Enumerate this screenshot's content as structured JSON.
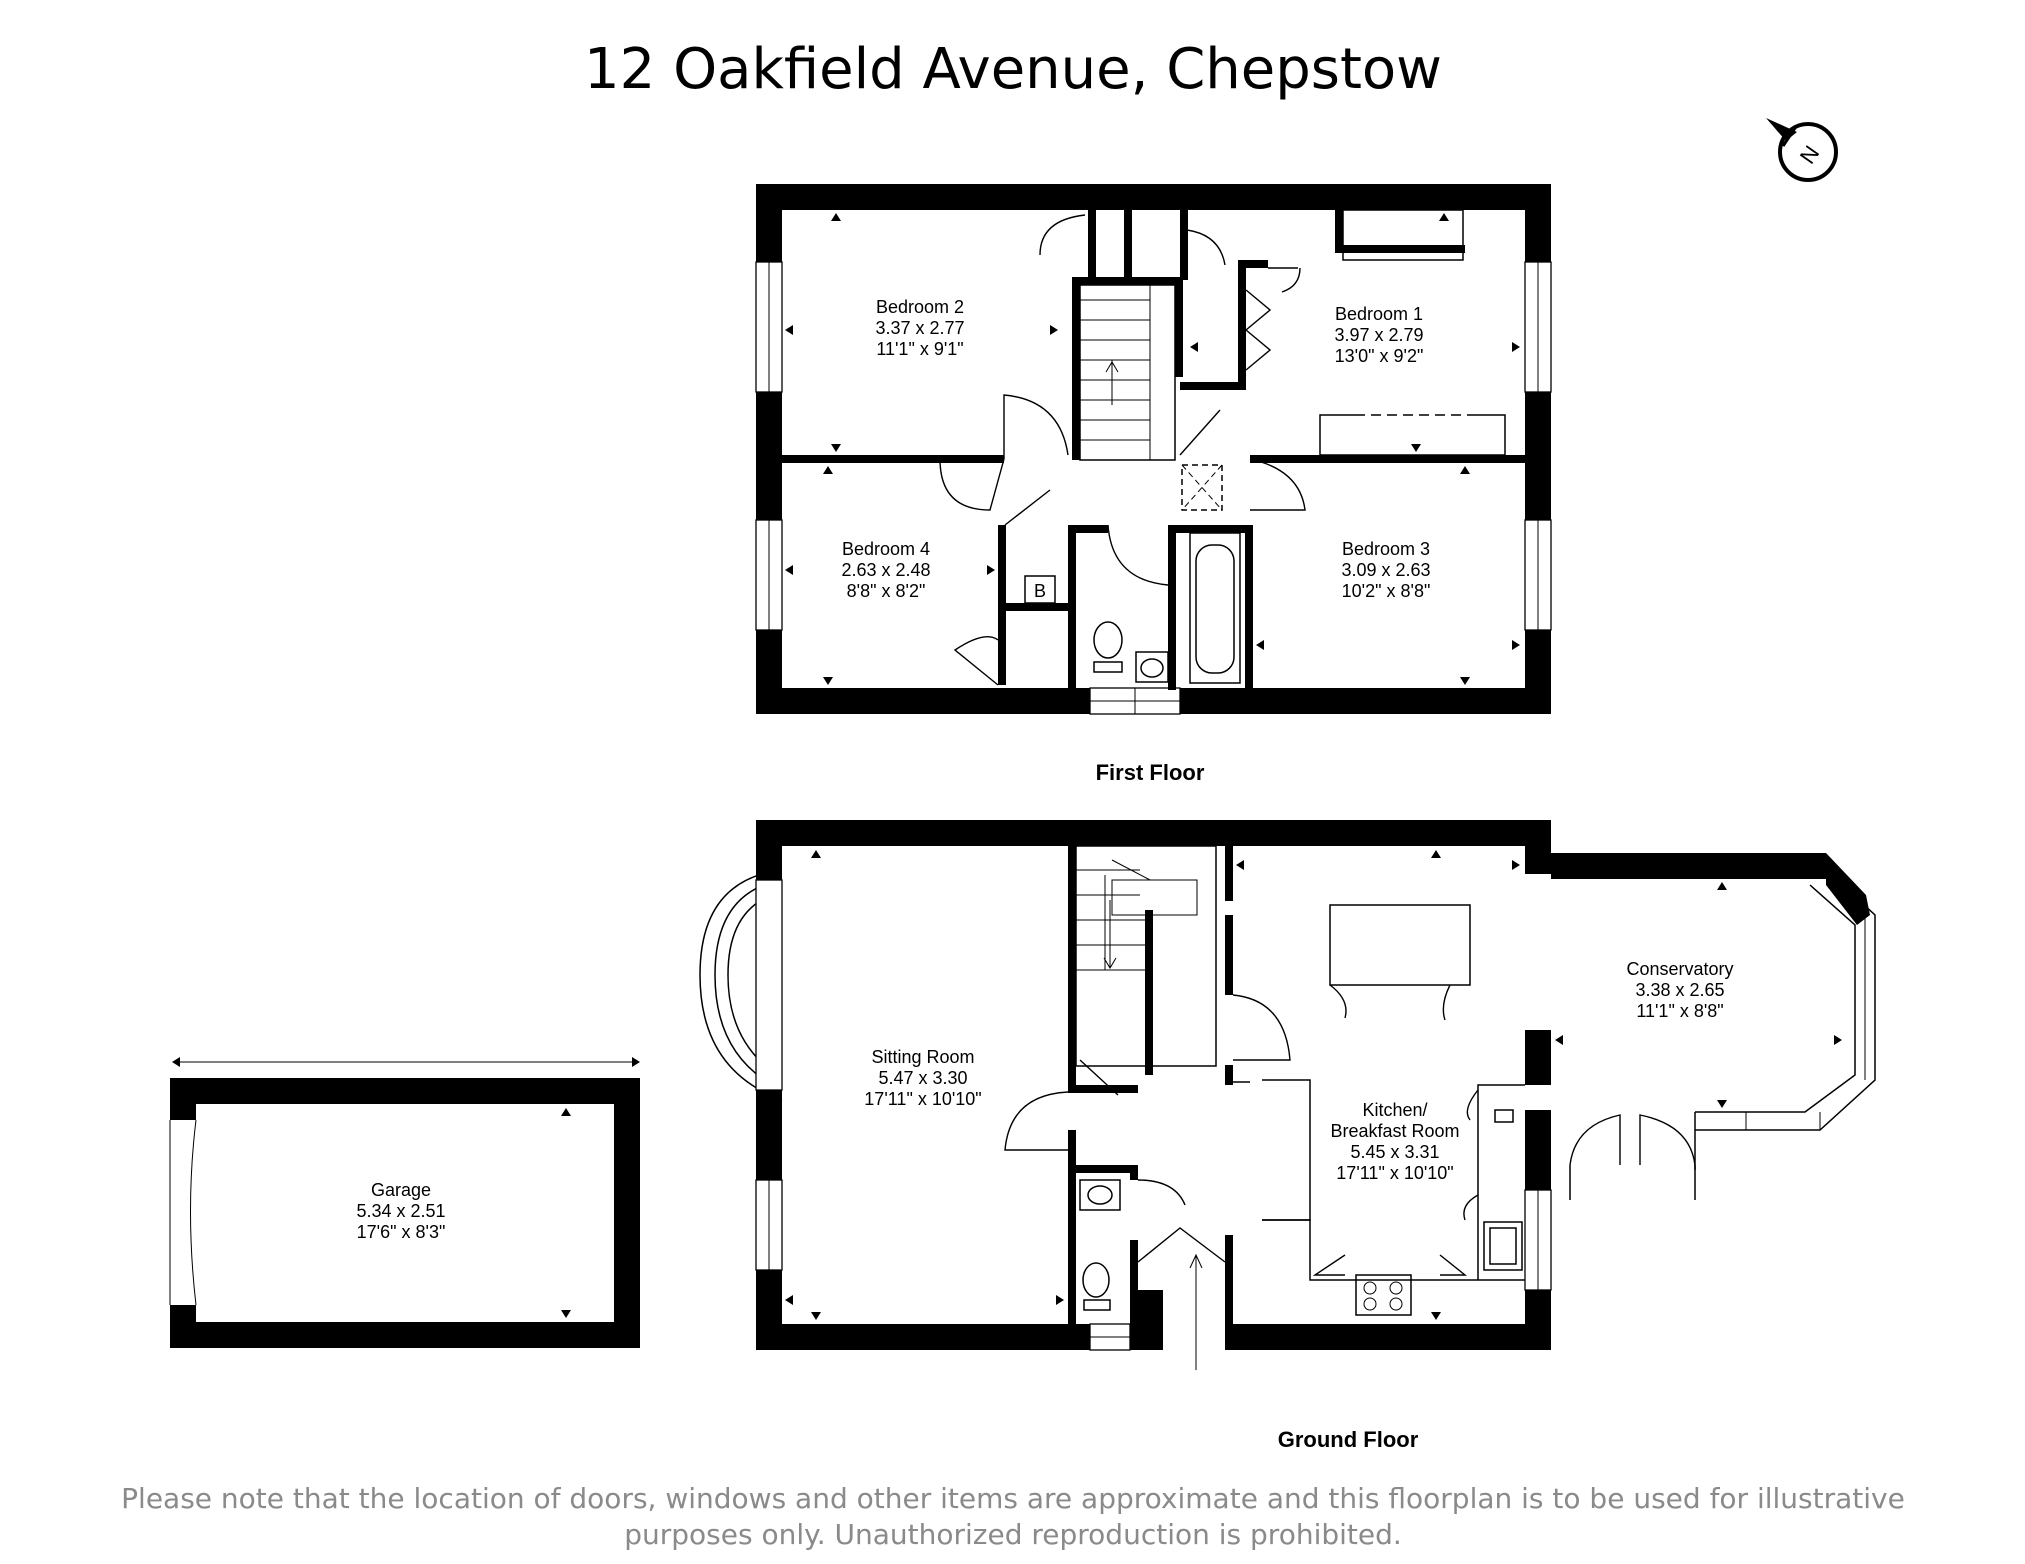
{
  "title": "12 Oakfield Avenue, Chepstow",
  "compass_letter": "N",
  "floors": {
    "first": "First Floor",
    "ground": "Ground Floor"
  },
  "rooms": {
    "bedroom2": {
      "name": "Bedroom 2",
      "metric": "3.37 x 2.77",
      "imperial": "11'1\" x 9'1\""
    },
    "bedroom1": {
      "name": "Bedroom 1",
      "metric": "3.97 x 2.79",
      "imperial": "13'0\" x 9'2\""
    },
    "bedroom4": {
      "name": "Bedroom 4",
      "metric": "2.63 x 2.48",
      "imperial": "8'8\" x 8'2\""
    },
    "bedroom3": {
      "name": "Bedroom 3",
      "metric": "3.09 x 2.63",
      "imperial": "10'2\" x 8'8\""
    },
    "sitting": {
      "name": "Sitting Room",
      "metric": "5.47 x 3.30",
      "imperial": "17'11\" x 10'10\""
    },
    "kitchen": {
      "name1": "Kitchen/",
      "name2": "Breakfast Room",
      "metric": "5.45 x 3.31",
      "imperial": "17'11\" x 10'10\""
    },
    "conservatory": {
      "name": "Conservatory",
      "metric": "3.38 x 2.65",
      "imperial": "11'1\" x 8'8\""
    },
    "garage": {
      "name": "Garage",
      "metric": "5.34 x 2.51",
      "imperial": "17'6\" x 8'3\""
    }
  },
  "boiler_label": "B",
  "disclaimer": {
    "line1": "Please note that the location of doors, windows and other items are approximate and this floorplan is to be used for illustrative",
    "line2": "purposes only. Unauthorized reproduction is prohibited."
  }
}
